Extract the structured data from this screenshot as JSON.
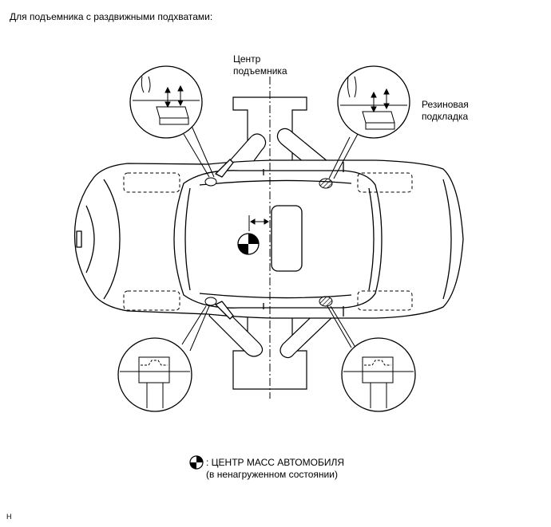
{
  "header": {
    "title": "Для подъемника с раздвижными подхватами:"
  },
  "labels": {
    "lift_center_line1": "Центр",
    "lift_center_line2": "подъемника",
    "rubber_pad_line1": "Резиновая",
    "rubber_pad_line2": "подкладка"
  },
  "legend": {
    "icon": "center-of-mass-symbol",
    "text_line1": ": ЦЕНТР МАСС АВТОМОБИЛЯ",
    "text_line2": "(в ненагруженном состоянии)"
  },
  "footer": {
    "code": "H"
  }
}
